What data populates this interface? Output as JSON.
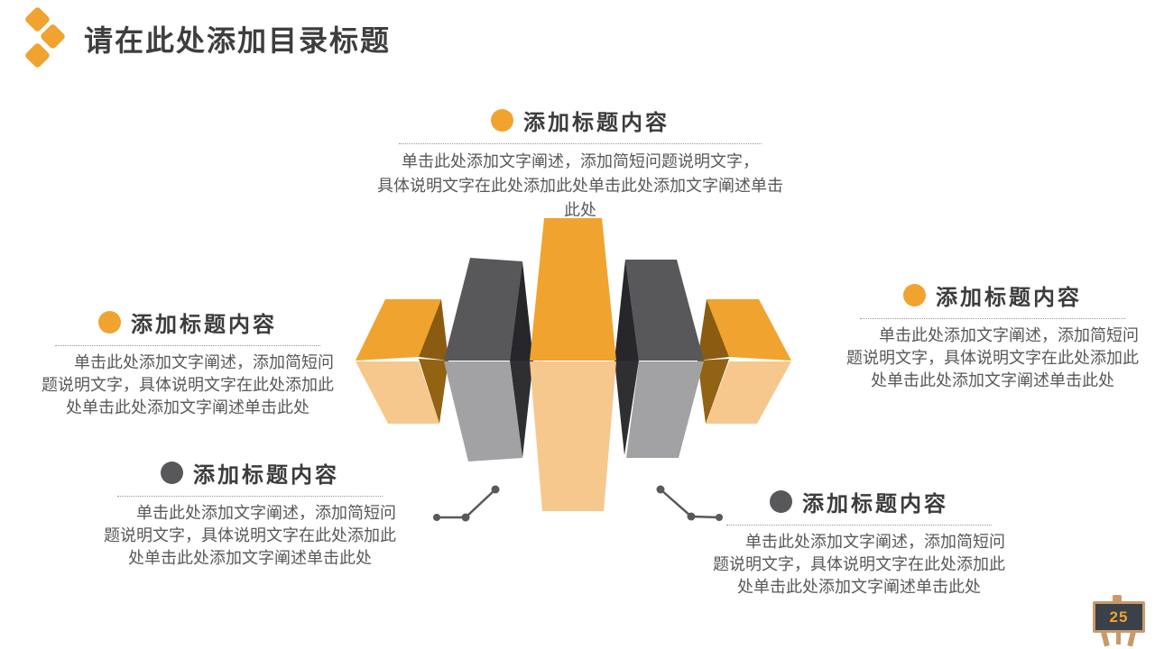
{
  "slide": {
    "title": "请在此处添加目录标题",
    "page_number": "25"
  },
  "colors": {
    "accent_orange": "#F0A32F",
    "orange_reflection": "#F6C88E",
    "orange_side_top": "#8A5B10",
    "orange_side_bottom": "#916313",
    "slab_gray": "#58585A",
    "slab_gray_reflection": "#A2A2A4",
    "gray_side_top": "#27272B",
    "gray_side_bottom": "#2F2F31",
    "connector_gray": "#595959",
    "heading_text": "#3C3C3C",
    "body_text": "#58585A",
    "easel_wood": "#C79A6B",
    "easel_board": "#3A4148"
  },
  "blocks": [
    {
      "position": "top-center",
      "bullet_color": "#F0A32F",
      "title": "添加标题内容",
      "body_lines": [
        "单击此处添加文字阐述，添加简短问题说明文字，",
        "具体说明文字在此处添加此处单击此处添加文字阐述单击",
        "此处"
      ]
    },
    {
      "position": "left",
      "bullet_color": "#F0A32F",
      "title": "添加标题内容",
      "body_lines": [
        "单击此处添加文字阐述，添加简短问",
        "题说明文字，具体说明文字在此处添加此",
        "处单击此处添加文字阐述单击此处"
      ]
    },
    {
      "position": "right",
      "bullet_color": "#F0A32F",
      "title": "添加标题内容",
      "body_lines": [
        "单击此处添加文字阐述，添加简短问",
        "题说明文字，具体说明文字在此处添加此",
        "处单击此处添加文字阐述单击此处"
      ]
    },
    {
      "position": "bottom-left",
      "bullet_color": "#58585A",
      "title": "添加标题内容",
      "body_lines": [
        "单击此处添加文字阐述，添加简短问",
        "题说明文字，具体说明文字在此处添加此",
        "处单击此处添加文字阐述单击此处"
      ]
    },
    {
      "position": "bottom-right",
      "bullet_color": "#58585A",
      "title": "添加标题内容",
      "body_lines": [
        "单击此处添加文字阐述，添加简短问",
        "题说明文字，具体说明文字在此处添加此",
        "处单击此处添加文字阐述单击此处"
      ]
    }
  ]
}
